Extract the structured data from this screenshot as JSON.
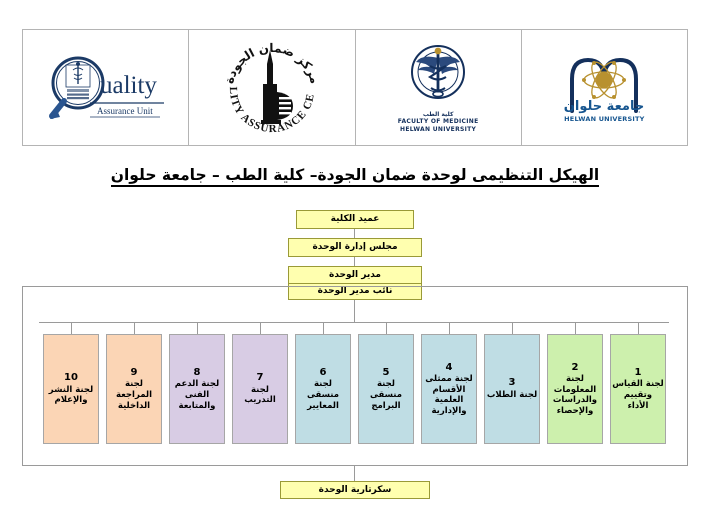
{
  "header": {
    "logos": [
      {
        "id": "quality-assurance-unit-logo",
        "wordmark": "Quality",
        "subtitle": "Assurance Unit",
        "caption_ar": "كلية الطب",
        "caption_en_line1": "FACULTY OF MEDICINE",
        "caption_en_line2": "HELWAN UNIVERSITY"
      },
      {
        "id": "quality-assurance-centre-logo",
        "caption_ar": "مركز ضمان الجودة",
        "caption_en_line1": "QUALITY ASSURANCE CENTRE",
        "caption_en_line2": ""
      },
      {
        "id": "faculty-of-medicine-logo",
        "caption_ar": "كلية الطب",
        "caption_en_line1": "FACULTY OF MEDICINE",
        "caption_en_line2": "HELWAN UNIVERSITY"
      },
      {
        "id": "helwan-university-logo",
        "caption_ar": "جامعة حلوان",
        "caption_en_line1": "HELWAN UNIVERSITY",
        "caption_en_line2": ""
      }
    ]
  },
  "title": "الهيكل التنظيمى لوحدة ضمان الجودة– كلية الطب – جامعة حلوان",
  "hierarchy": {
    "dean": "عميد الكلية",
    "board": "مجلس إدارة الوحدة",
    "director": "مدير الوحدة",
    "deputy_director": "نائب مدير الوحدة",
    "secretariat": "سكرتارية الوحدة"
  },
  "committees": [
    {
      "number": "10",
      "label": "لجنة النشر والإعلام",
      "color": "#fbd5b5"
    },
    {
      "number": "9",
      "label": "لجنة المراجعة الداخلية",
      "color": "#fbd5b5"
    },
    {
      "number": "8",
      "label": "لجنة الدعم الفنى والمتابعة",
      "color": "#d8cce4"
    },
    {
      "number": "7",
      "label": "لجنة التدريب",
      "color": "#d8cce4"
    },
    {
      "number": "6",
      "label": "لجنة منسقى المعايير",
      "color": "#bfdde4"
    },
    {
      "number": "5",
      "label": "لجنة منسقى البرامج",
      "color": "#bfdde4"
    },
    {
      "number": "4",
      "label": "لجنة ممثلى الأقسام العلمية والإدارية",
      "color": "#bfdde4"
    },
    {
      "number": "3",
      "label": "لجنة الطلاب",
      "color": "#bfdde4"
    },
    {
      "number": "2",
      "label": "لجنة المعلومات والدراسات والإحصاء",
      "color": "#cdf0ad"
    },
    {
      "number": "1",
      "label": "لجنة القياس وتقييم الأداء",
      "color": "#cdf0ad"
    }
  ],
  "colors": {
    "box_yellow_fill": "#ffffaf",
    "box_yellow_border": "#9a9a37",
    "peach": "#fbd5b5",
    "purple": "#d8cce4",
    "blue": "#bfdde4",
    "green": "#cdf0ad",
    "connector": "#9a9a9a",
    "navy": "#14305c"
  }
}
